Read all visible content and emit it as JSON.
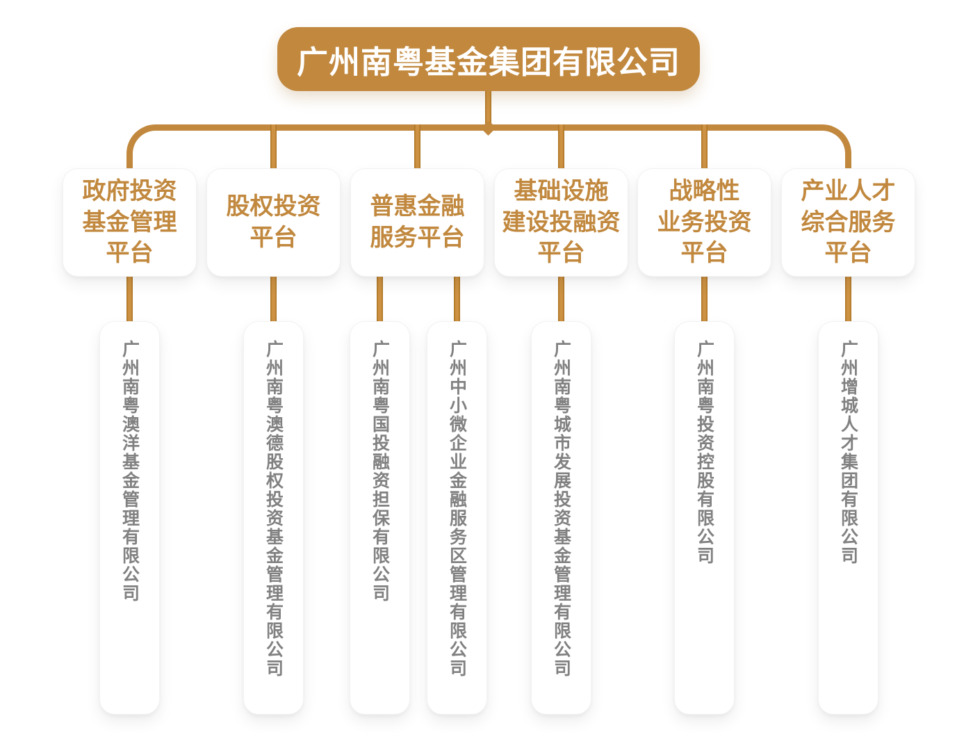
{
  "org": {
    "root": {
      "name": "广州南粤基金集团有限公司"
    },
    "platforms": [
      {
        "label": "政府投资\n基金管理\n平台"
      },
      {
        "label": "股权投资\n平台"
      },
      {
        "label": "普惠金融\n服务平台"
      },
      {
        "label": "基础设施\n建设投融资\n平台"
      },
      {
        "label": "战略性\n业务投资\n平台"
      },
      {
        "label": "产业人才\n综合服务\n平台"
      }
    ],
    "companies": [
      {
        "name": "广州南粤澳洋基金管理有限公司"
      },
      {
        "name": "广州南粤澳德股权投资基金管理有限公司"
      },
      {
        "name": "广州南粤国投融资担保有限公司"
      },
      {
        "name": "广州中小微企业金融服务区管理有限公司"
      },
      {
        "name": "广州南粤城市发展投资基金管理有限公司"
      },
      {
        "name": "广州南粤投资控股有限公司"
      },
      {
        "name": "广州增城人才集团有限公司"
      }
    ],
    "colors": {
      "gold": "#c1883e",
      "gold_dark": "#a8701f",
      "gold_mid": "#cd9243",
      "company_text": "#818181",
      "background": "#ffffff"
    }
  }
}
